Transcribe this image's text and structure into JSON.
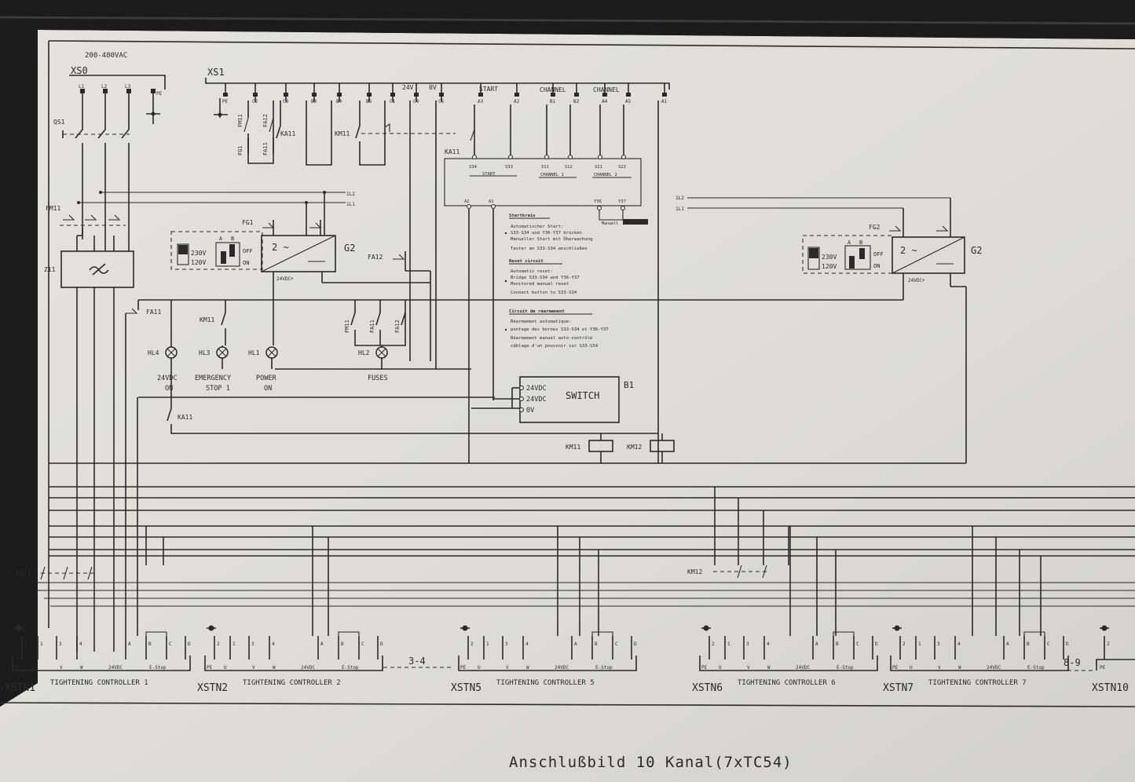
{
  "supply_voltage": "200-480VAC",
  "xs0_label": "XS0",
  "xs1_label": "XS1",
  "xs0_pins": [
    "L1",
    "L2",
    "L3",
    "PE"
  ],
  "xs1_pins": [
    "PE",
    "C2",
    "C3",
    "B3",
    "B4",
    "B5",
    "C1",
    "C4",
    "C5",
    "A3",
    "A2",
    "B1",
    "B2",
    "A4",
    "A5",
    "A1"
  ],
  "xs1_groups": {
    "v24": "24V",
    "v0": "0V",
    "start": "START",
    "ch1": "CHANNEL",
    "ch2": "CHANNEL"
  },
  "qs1": "QS1",
  "fm11": "FM11",
  "z11": "Z11",
  "fg1": "FG1",
  "fg2": "FG2",
  "fa11": "FA11",
  "fa12": "FA12",
  "ka11": "KA11",
  "km11": "KM11",
  "km12": "KM12",
  "g2": "G2",
  "sw": {
    "a": "A",
    "b": "B",
    "v230": "230V",
    "v120": "120V",
    "off": "OFF",
    "on": "ON"
  },
  "psu_symbol": "2 ~",
  "psu_out": "24VDC+",
  "bus": {
    "l2": "1L2",
    "l1": "1L1"
  },
  "safety_terms": [
    "S34",
    "S33",
    "S11",
    "S12",
    "S21",
    "S22"
  ],
  "safety_groups": [
    "START",
    "CHANNEL 1",
    "CHANNEL 2"
  ],
  "safety_terms_low": [
    "A2",
    "A1",
    "Y36",
    "Y37"
  ],
  "manuell": "Manuell",
  "notes": [
    "Startkreis",
    "Automatischer Start:",
    "S33-S34 und Y36-Y37 brücken",
    "Manueller Start mit Überwachung",
    "Taster an S33-S34 anschließen",
    "Reset circuit",
    "Automatic reset:",
    "Bridge S33-S34 and Y36-Y37",
    "Monitored manual reset",
    "Connect button to S33-S34",
    "Circuit de réarmement",
    "Réarmement automatique:",
    "pontage des bornes S33-S34 et Y36-Y37",
    "Réarmement manuel auto-contrôlé",
    "câblage d'un poussoir sur S33-S34"
  ],
  "lamps": [
    {
      "id": "HL4",
      "line1": "24VDC",
      "line2": "ON"
    },
    {
      "id": "HL3",
      "line1": "EMERGENCY",
      "line2": "STOP 1"
    },
    {
      "id": "HL1",
      "line1": "POWER",
      "line2": "ON"
    },
    {
      "id": "HL2",
      "line1": "FUSES",
      "line2": ""
    }
  ],
  "switch": {
    "label": "SWITCH",
    "id": "B1",
    "terms": [
      "24VDC",
      "24VDC",
      "0V"
    ]
  },
  "connector": {
    "pins": [
      "2",
      "1",
      "3",
      "4",
      "A",
      "B",
      "C",
      "D"
    ],
    "labels": [
      "PE",
      "U",
      "V",
      "W",
      "24VDC",
      "E-Stop"
    ]
  },
  "stations": [
    {
      "id": "XSTN1",
      "name": "TIGHTENING CONTROLLER 1"
    },
    {
      "id": "XSTN2",
      "name": "TIGHTENING CONTROLLER 2"
    },
    {
      "id": "XSTN5",
      "name": "TIGHTENING CONTROLLER 5"
    },
    {
      "id": "XSTN6",
      "name": "TIGHTENING CONTROLLER 6"
    },
    {
      "id": "XSTN7",
      "name": "TIGHTENING CONTROLLER 7"
    },
    {
      "id": "XSTN10",
      "name": ""
    }
  ],
  "ellipsis": [
    "3-4",
    "8-9"
  ],
  "caption": "Anschlußbild 10 Kanal(7xTC54)"
}
